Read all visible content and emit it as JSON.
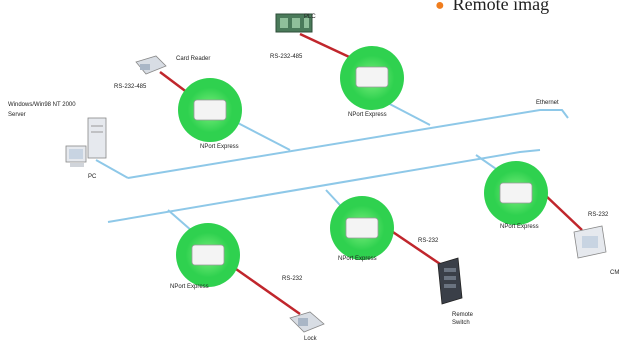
{
  "bullet": {
    "text": "Remote imag",
    "dot_color": "#f07d1e"
  },
  "colors": {
    "ethernet": "#8ec8e8",
    "serial": "#c0262c",
    "halo": "#2fd14f",
    "device_body": "#f0f0f0"
  },
  "labels": {
    "plc": "PLC",
    "rs232_485_top": "RS-232-485",
    "card_reader": "Card Reader",
    "rs232_485_left": "RS-232-485",
    "windows_server": "Windows/Win98 NT 2000",
    "server": "Server",
    "pc": "PC",
    "ethernet": "Ethernet",
    "npe_top": "NPort Express",
    "npe_left": "NPort Express",
    "npe_right": "NPort Express",
    "npe_mid": "NPort Express",
    "npe_bottom": "NPort Express",
    "rs232_right": "RS-232",
    "rs232_mid": "RS-232",
    "rs232_bottom": "RS-232",
    "remote_switch_1": "Remote",
    "remote_switch_2": "Switch",
    "cam_label": "CM",
    "lock_label": "Lock"
  }
}
